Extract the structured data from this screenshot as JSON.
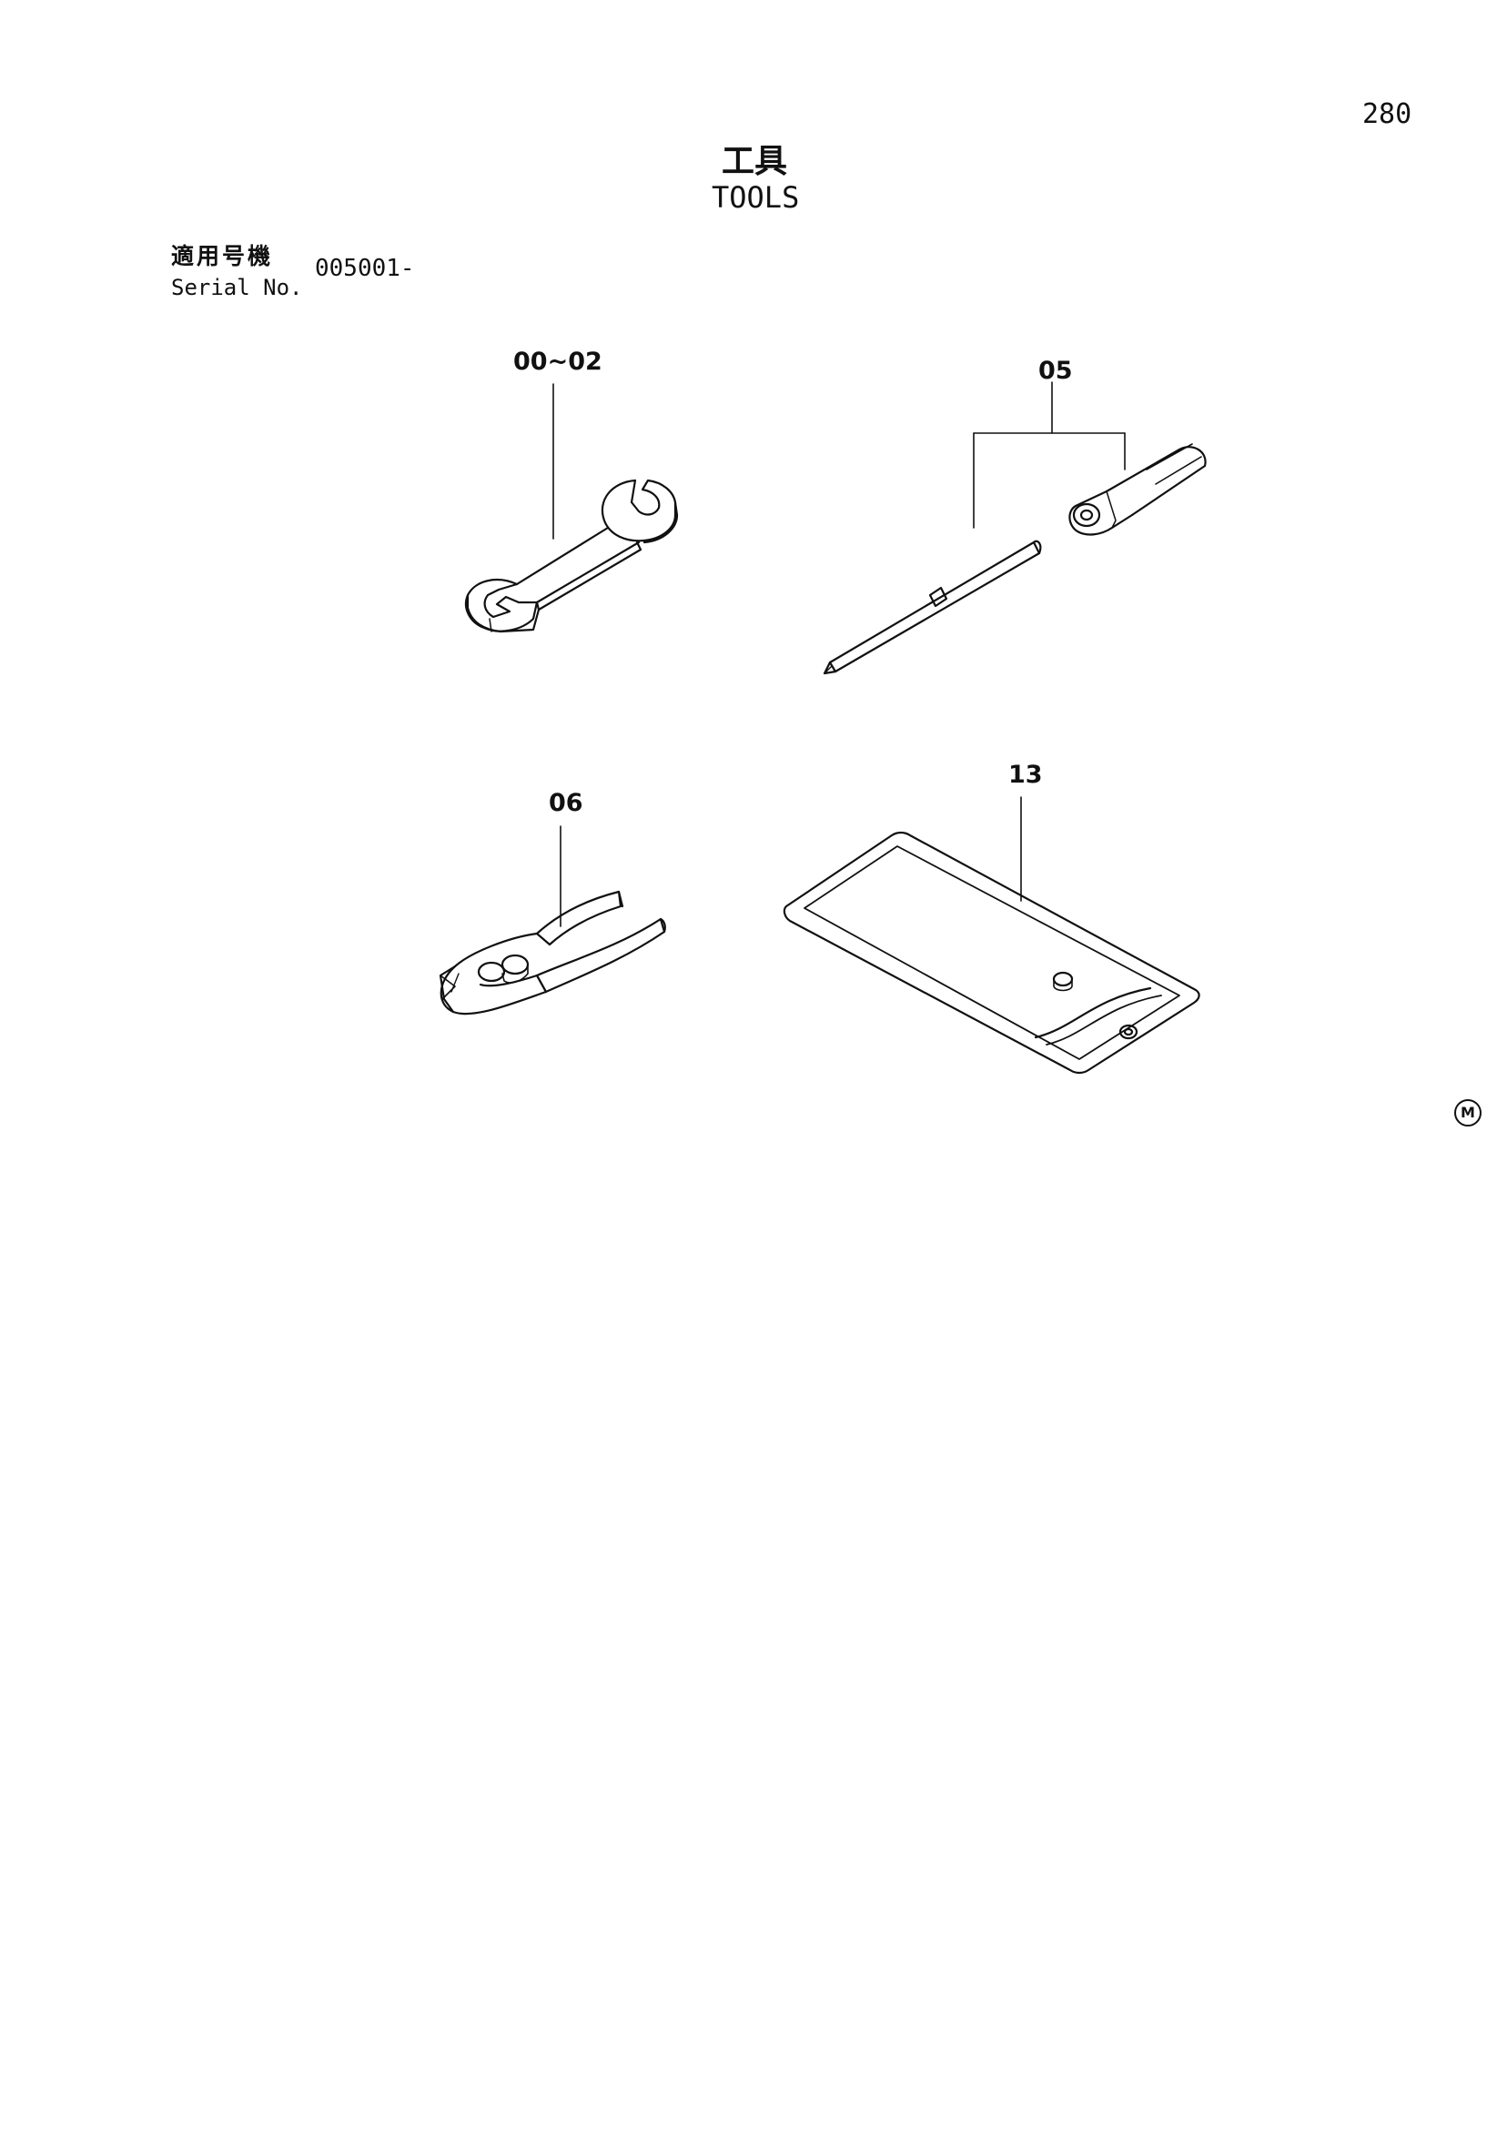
{
  "header": {
    "page_number": "280",
    "title_jp": "工具",
    "title_en": "TOOLS"
  },
  "serial": {
    "label_jp": "適用号機",
    "label_en": "Serial No.",
    "value": "005001-"
  },
  "callouts": {
    "wrench": "00~02",
    "screwdriver_set": "05",
    "pliers": "06",
    "tool_bag": "13"
  },
  "mark": "M"
}
